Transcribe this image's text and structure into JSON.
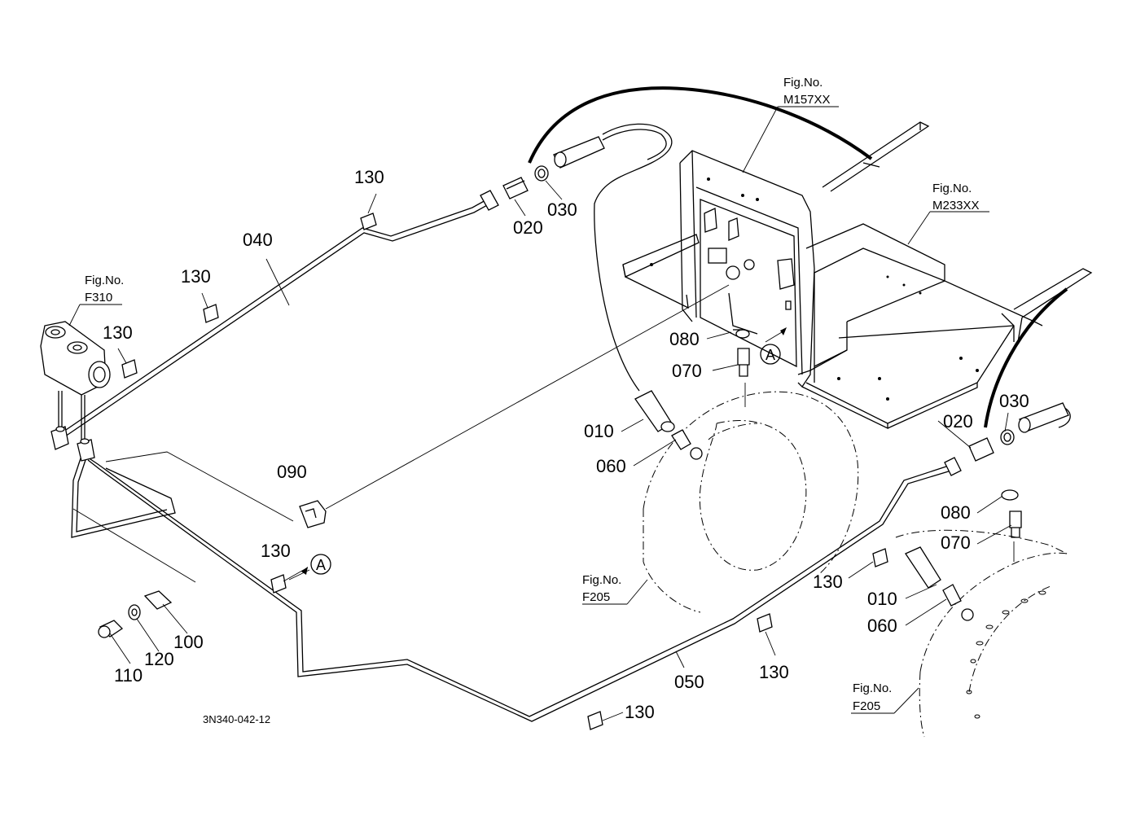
{
  "figure_refs": {
    "m157": {
      "title": "Fig.No.",
      "code": "M157XX"
    },
    "m233": {
      "title": "Fig.No.",
      "code": "M233XX"
    },
    "f310": {
      "title": "Fig.No.",
      "code": "F310"
    },
    "f205_left": {
      "title": "Fig.No.",
      "code": "F205"
    },
    "f205_right": {
      "title": "Fig.No.",
      "code": "F205"
    }
  },
  "parts": {
    "p010_left": "010",
    "p010_right": "010",
    "p020_left": "020",
    "p020_right": "020",
    "p030_left": "030",
    "p030_right": "030",
    "p040": "040",
    "p050": "050",
    "p060_left": "060",
    "p060_right": "060",
    "p070_left": "070",
    "p070_right": "070",
    "p080_left": "080",
    "p080_right": "080",
    "p090": "090",
    "p100": "100",
    "p110": "110",
    "p120": "120",
    "p130_a": "130",
    "p130_b": "130",
    "p130_c": "130",
    "p130_d": "130",
    "p130_e": "130",
    "p130_f": "130",
    "p130_g": "130"
  },
  "markers": {
    "a_left": "A",
    "a_right": "A"
  },
  "drawing_number": "3N340-042-12"
}
